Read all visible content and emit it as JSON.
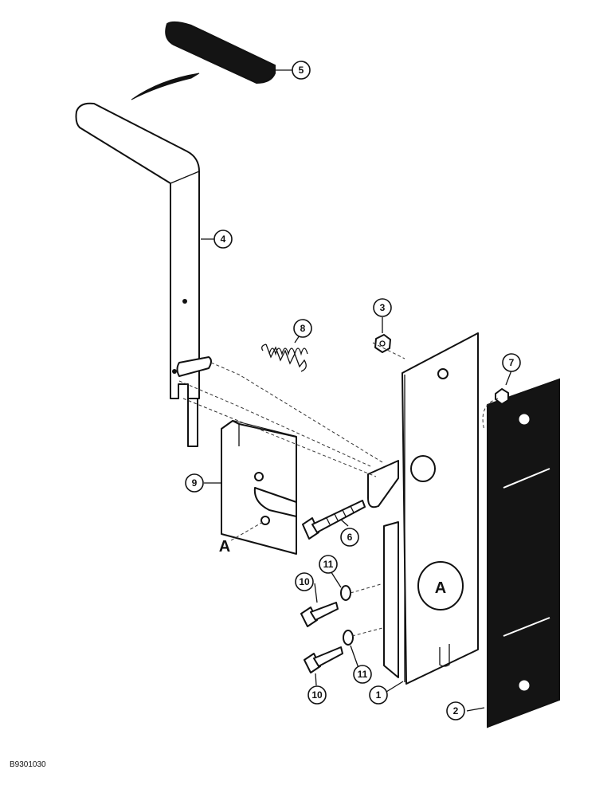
{
  "callouts": {
    "c1": "1",
    "c2": "2",
    "c3": "3",
    "c4": "4",
    "c5": "5",
    "c6": "6",
    "c7": "7",
    "c8": "8",
    "c9": "9",
    "c10a": "10",
    "c10b": "10",
    "c11a": "11",
    "c11b": "11"
  },
  "reference_letters": {
    "left": "A",
    "bracket": "A"
  },
  "drawing_id": "B9301030"
}
